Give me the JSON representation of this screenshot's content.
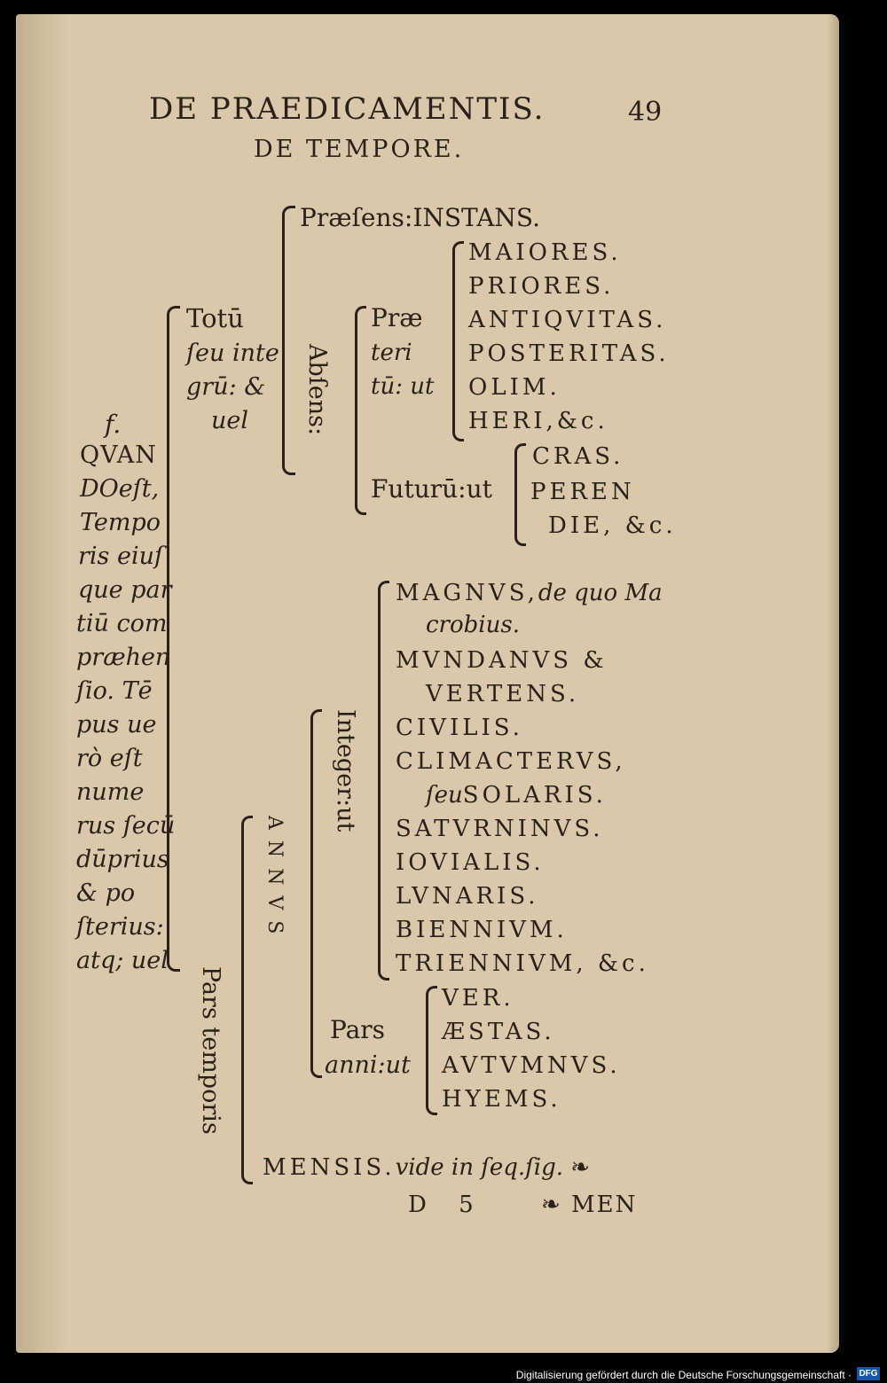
{
  "header": {
    "running_title": "DE PRAEDICAMENTIS.",
    "page_number": "49",
    "subtitle": "DE TEMPORE."
  },
  "left_column": {
    "lines": [
      "f.",
      "QVAN",
      "DOeſt,",
      "Tempo",
      "ris eiuſ",
      "que par",
      "tiū com",
      "præhen",
      "ſio. Tē",
      "pus ue",
      "rò eſt",
      "nume",
      "rus ſecū",
      "dūprius",
      "& po",
      "ſterius:",
      "atq; uel"
    ]
  },
  "totum": {
    "lines": [
      "Totū",
      "ſeu inte",
      "grū: &",
      "uel"
    ]
  },
  "praesens": "Præſens:INSTANS.",
  "absens": "Abſens:",
  "praeteritum": {
    "lines": [
      "Præ",
      "teri",
      "tū: ut"
    ],
    "items": [
      "MAIORES.",
      "PRIORES.",
      "ANTIQVITAS.",
      "POSTERITAS.",
      "OLIM.",
      "HERI,&c."
    ]
  },
  "futurum": {
    "label": "Futurū:ut",
    "items": [
      "CRAS.",
      "PEREN",
      "DIE, &c."
    ]
  },
  "annus": "ANNVS",
  "integer": {
    "label": "Integer:ut",
    "items": [
      {
        "caps": "MAGNVS,",
        "italic": "de quo Ma"
      },
      {
        "caps": "",
        "italic": "crobius."
      },
      {
        "caps": "MVNDANVS &",
        "italic": ""
      },
      {
        "caps": "VERTENS.",
        "italic": ""
      },
      {
        "caps": "CIVILIS.",
        "italic": ""
      },
      {
        "caps": "CLIMACTERVS,",
        "italic": ""
      },
      {
        "caps": "SOLARIS.",
        "italic": "ſeu"
      },
      {
        "caps": "SATVRNINVS.",
        "italic": ""
      },
      {
        "caps": "IOVIALIS.",
        "italic": ""
      },
      {
        "caps": "LVNARIS.",
        "italic": ""
      },
      {
        "caps": "BIENNIVM.",
        "italic": ""
      },
      {
        "caps": "TRIENNIVM, &c.",
        "italic": ""
      }
    ]
  },
  "pars_anni": {
    "lines": [
      "Pars",
      "anni:ut"
    ],
    "items": [
      "VER.",
      "ÆSTAS.",
      "AVTVMNVS.",
      "HYEMS."
    ]
  },
  "pars_temporis": "Pars temporis",
  "mensis": {
    "caps": "MENSIS.",
    "italic": "vide in ſeq.ſig.",
    "ornament": "❧"
  },
  "signature": {
    "mark": "D 5",
    "catchword": "❧ MEN"
  },
  "footer_credit": "Digitalisierung gefördert durch die Deutsche Forschungsgemeinschaft ·",
  "logo_text": "DFG"
}
